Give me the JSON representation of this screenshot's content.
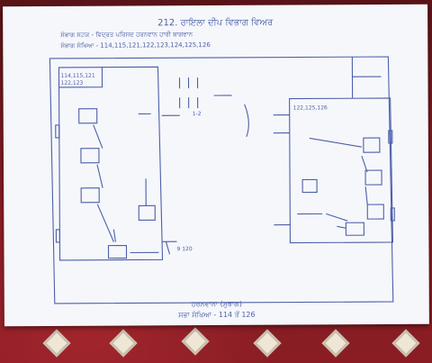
{
  "note": {
    "title": "212. ਰਾਇਲਾ ਦੀਪ ਵਿਭਾਗ ਵਿਅਰ",
    "subtitle_1": "ਸੰਭਾਗ ਸਟਕ - ਵਿਦ੍ਰਤ ਪਰਿਸਦ ਹਰਨਵਾਨ ਹਾਰੀ ਬਾਗਵਾਨ",
    "subtitle_2": "ਸੰਭਾਗ ਸੰਖਿਆ - 114,115,121,122,123,124,125,126",
    "box_left_label_1": "114,115,121",
    "box_left_label_2": "122,123",
    "middle_label": "1-2",
    "bottom_left_label": "9 120",
    "right_box_label": "122,125,126",
    "bottom_line_1": "ਹਰਨਵਾਨਾ (ਸੁਭਾਗ)",
    "bottom_line_2": "ਸਭਾ ਸੰਖਿਆ - 114 ਤੋਂ 126"
  },
  "colors": {
    "ink": "#4b5fa8",
    "paper": "#f6f7fb",
    "cloth": "#8a1d24",
    "diamond": "#efe6d6"
  }
}
